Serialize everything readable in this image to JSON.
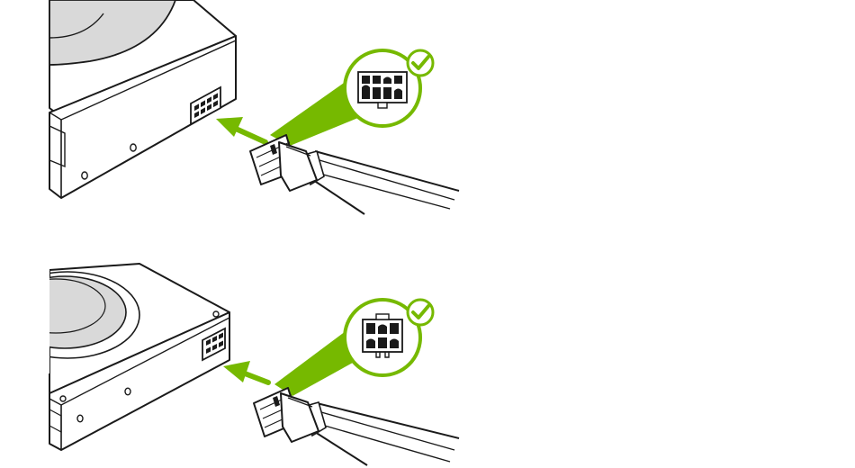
{
  "diagram": {
    "panels": [
      {
        "connector": "8-pin",
        "pin_rows": [
          4,
          4
        ],
        "status": "check-icon"
      },
      {
        "connector": "6-pin",
        "pin_rows": [
          3,
          3
        ],
        "status": "check-icon"
      }
    ],
    "colors": {
      "accent": "#76b900",
      "check_badge_fill": "#ffffff",
      "line": "#1a1a1a",
      "fan_gray": "#d9d9d9",
      "background": "#ffffff"
    }
  }
}
